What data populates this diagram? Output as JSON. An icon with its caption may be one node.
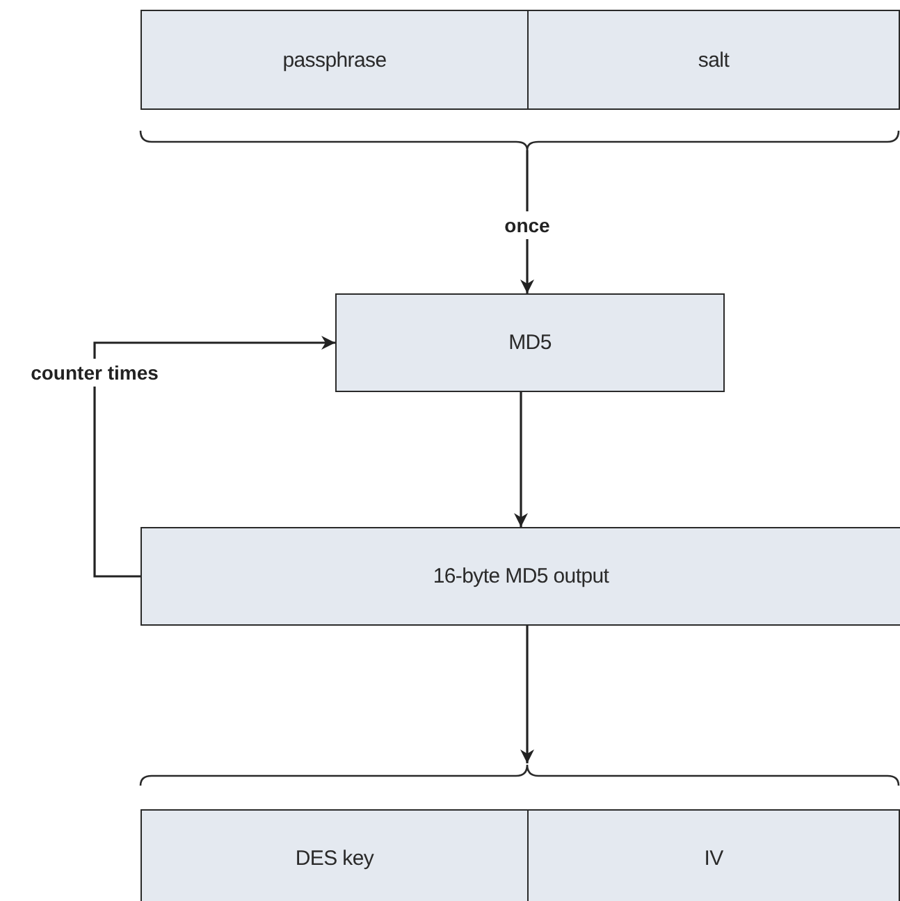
{
  "diagram": {
    "nodes": [
      {
        "text": [
          "passphrase"
        ]
      },
      {
        "text": [
          "salt"
        ]
      },
      {
        "text": [
          "MD5"
        ]
      },
      {
        "text": [
          "16-byte MD5 output"
        ]
      },
      {
        "text": [
          "DES key"
        ]
      },
      {
        "text": [
          "IV"
        ]
      }
    ],
    "edges": [
      {
        "from": 0,
        "to": 2,
        "arrow": "to",
        "label": "once"
      },
      {
        "from": 1,
        "to": 2,
        "arrow": "to"
      },
      {
        "from": 2,
        "to": 3,
        "arrow": "to"
      },
      {
        "from": 3,
        "to": 2,
        "arrow": "to",
        "label": "counter times"
      },
      {
        "from": 3,
        "to": 4,
        "arrow": "to"
      },
      {
        "from": 3,
        "to": 5,
        "arrow": "to"
      }
    ]
  }
}
